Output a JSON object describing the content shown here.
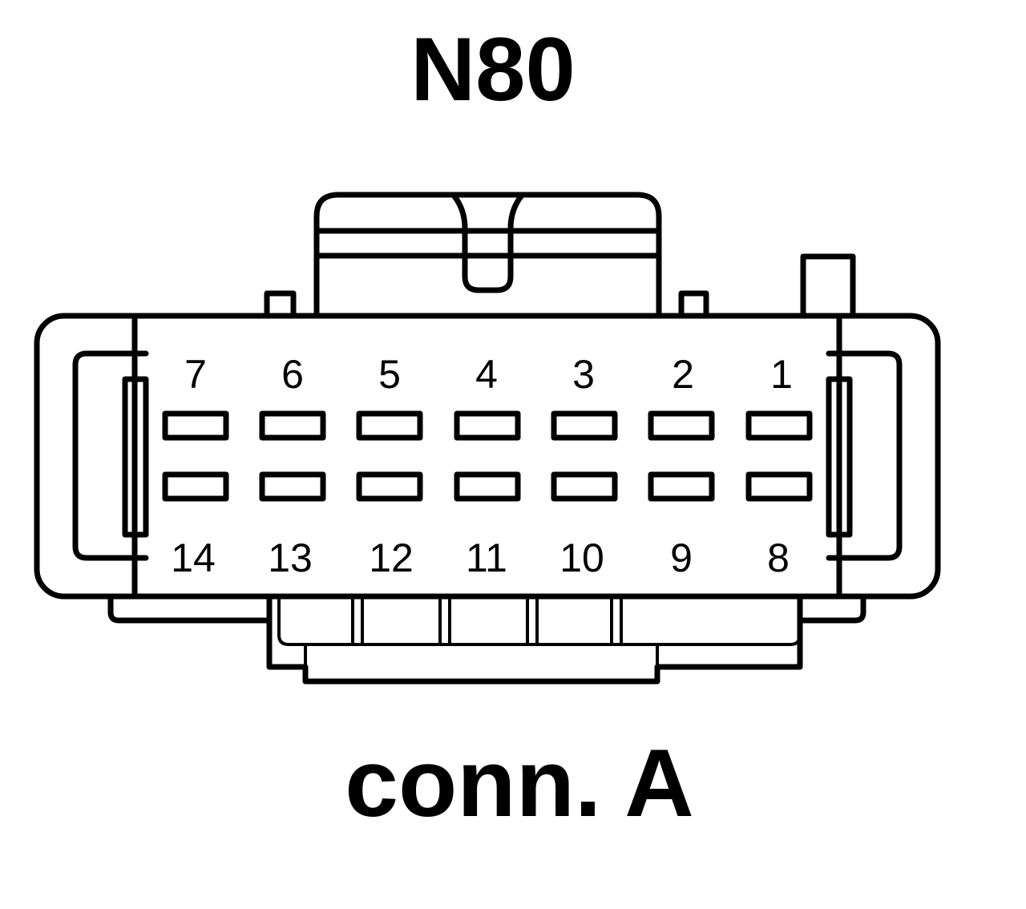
{
  "title": "N80",
  "caption": "conn. A",
  "colors": {
    "line": "#000000",
    "background": "#ffffff"
  },
  "pins": {
    "top_row": [
      "7",
      "6",
      "5",
      "4",
      "3",
      "2",
      "1"
    ],
    "bottom_row": [
      "14",
      "13",
      "12",
      "11",
      "10",
      "9",
      "8"
    ]
  }
}
